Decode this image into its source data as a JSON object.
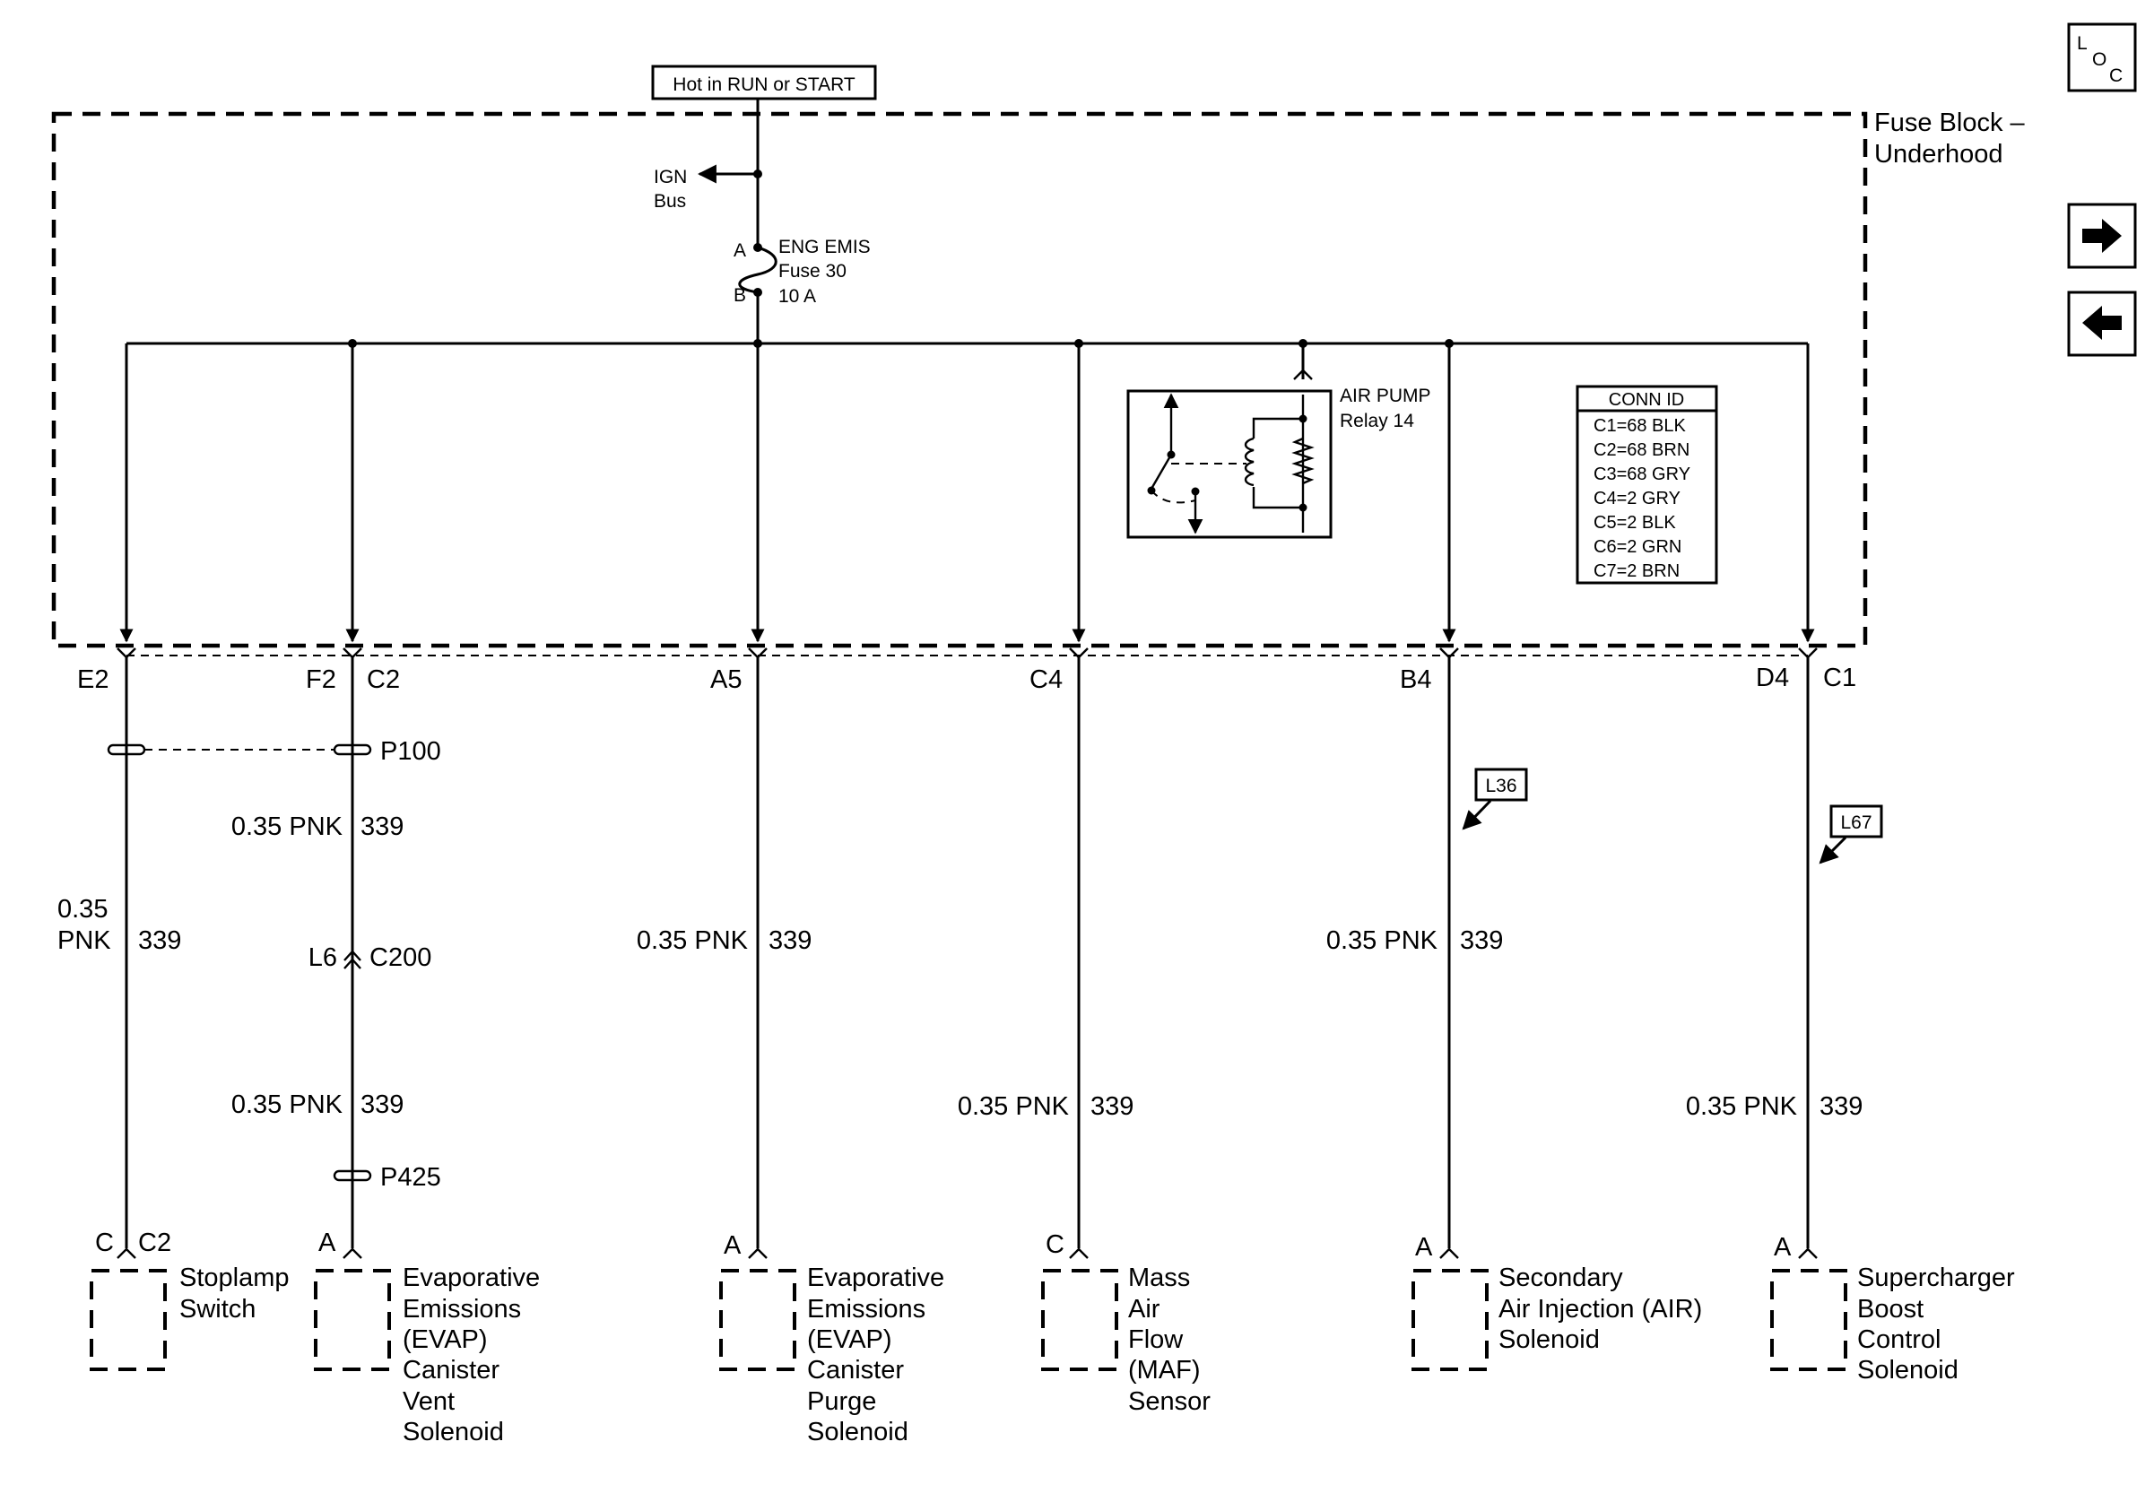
{
  "power": {
    "hot_label": "Hot in RUN or START",
    "ign_bus_line1": "IGN",
    "ign_bus_line2": "Bus",
    "fuse_pin_a": "A",
    "fuse_pin_b": "B",
    "fuse_line1": "ENG EMIS",
    "fuse_line2": "Fuse 30",
    "fuse_line3": "10 A"
  },
  "fuse_block": {
    "line1": "Fuse Block –",
    "line2": "Underhood"
  },
  "relay": {
    "line1": "AIR PUMP",
    "line2": "Relay 14"
  },
  "conn_id": {
    "title": "CONN ID",
    "rows": [
      "C1=68 BLK",
      "C2=68 BRN",
      "C3=68 GRY",
      "C4=2 GRY",
      "C5=2 BLK",
      "C6=2 GRN",
      "C7=2 BRN"
    ]
  },
  "nav": {
    "loc_l": "L",
    "loc_o": "O",
    "loc_c": "C",
    "forward_icon": "arrow-right-icon",
    "back_icon": "arrow-left-icon"
  },
  "circuits": [
    {
      "top_conn_a": "E2",
      "top_conn_b": "",
      "pass_conn": "P100",
      "wire_upper": "",
      "num_upper": "",
      "wire_size": "0.35",
      "wire_color": "PNK",
      "wire_num": "339",
      "inline_left": "",
      "inline_right": "",
      "wire_lower": "",
      "num_lower": "",
      "lower_conn": "",
      "pin": "C",
      "pin_conn": "C2",
      "device": [
        "Stoplamp",
        "Switch"
      ]
    },
    {
      "top_conn_a": "F2",
      "top_conn_b": "C2",
      "pass_conn": "P100",
      "wire_upper": "0.35 PNK",
      "num_upper": "339",
      "wire_size": "",
      "wire_color": "",
      "wire_num": "",
      "inline_left": "L6",
      "inline_right": "C200",
      "wire_lower": "0.35 PNK",
      "num_lower": "339",
      "lower_conn": "P425",
      "pin": "A",
      "pin_conn": "",
      "device": [
        "Evaporative",
        "Emissions",
        "(EVAP)",
        "Canister",
        "Vent",
        "Solenoid"
      ]
    },
    {
      "top_conn_a": "A5",
      "top_conn_b": "",
      "wire_label": "0.35 PNK",
      "wire_num": "339",
      "pin": "A",
      "device": [
        "Evaporative",
        "Emissions",
        "(EVAP)",
        "Canister",
        "Purge",
        "Solenoid"
      ]
    },
    {
      "top_conn_a": "C4",
      "top_conn_b": "",
      "wire_label": "0.35 PNK",
      "wire_num": "339",
      "pin": "C",
      "device": [
        "Mass",
        "Air",
        "Flow",
        "(MAF)",
        "Sensor"
      ]
    },
    {
      "top_conn_a": "B4",
      "top_conn_b": "",
      "option": "L36",
      "wire_label": "0.35 PNK",
      "wire_num": "339",
      "pin": "A",
      "device": [
        "Secondary",
        "Air Injection (AIR)",
        "Solenoid"
      ]
    },
    {
      "top_conn_a": "D4",
      "top_conn_b": "C1",
      "option": "L67",
      "wire_label": "0.35 PNK",
      "wire_num": "339",
      "pin": "A",
      "device": [
        "Supercharger",
        "Boost",
        "Control",
        "Solenoid"
      ]
    }
  ]
}
